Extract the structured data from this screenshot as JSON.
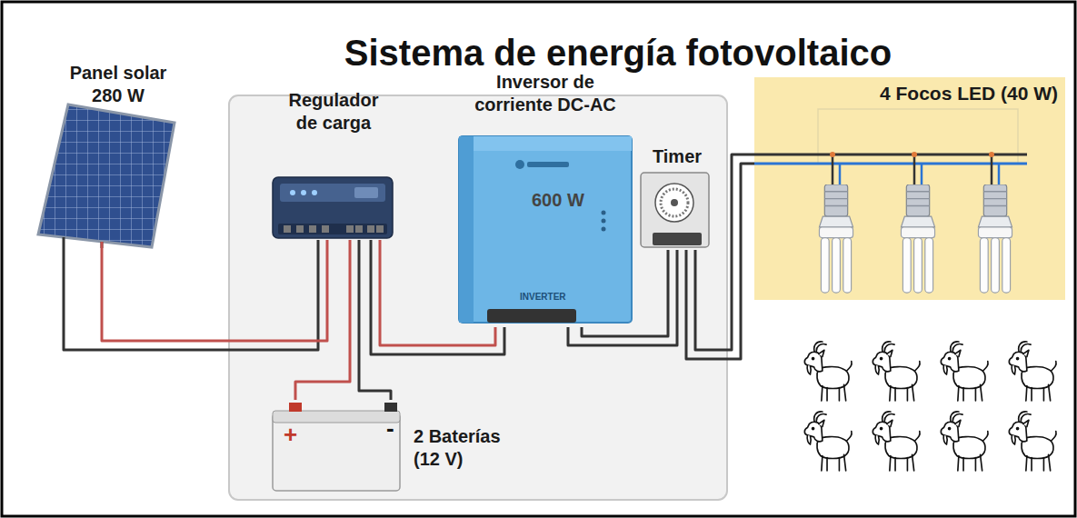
{
  "diagram": {
    "title": "Sistema de energía fotovoltaico",
    "nodes": [
      {
        "text": [
          "Panel solar 280 W"
        ]
      },
      {
        "text": [
          "Regulador de carga"
        ]
      },
      {
        "text": [
          "Inversor de corriente DC-AC",
          "600 W"
        ]
      },
      {
        "text": [
          "Timer"
        ]
      },
      {
        "text": [
          "4 Focos LED (40 W)"
        ]
      },
      {
        "text": [
          "2 Baterías (12 V)"
        ]
      }
    ],
    "edges": [
      {
        "from": 0,
        "to": 1,
        "arrow": "none"
      },
      {
        "from": 1,
        "to": 5,
        "arrow": "none"
      },
      {
        "from": 1,
        "to": 2,
        "arrow": "none"
      },
      {
        "from": 2,
        "to": 3,
        "arrow": "none"
      },
      {
        "from": 3,
        "to": 4,
        "arrow": "none"
      }
    ],
    "labels": [
      "+",
      "-",
      "INVERTER"
    ]
  }
}
